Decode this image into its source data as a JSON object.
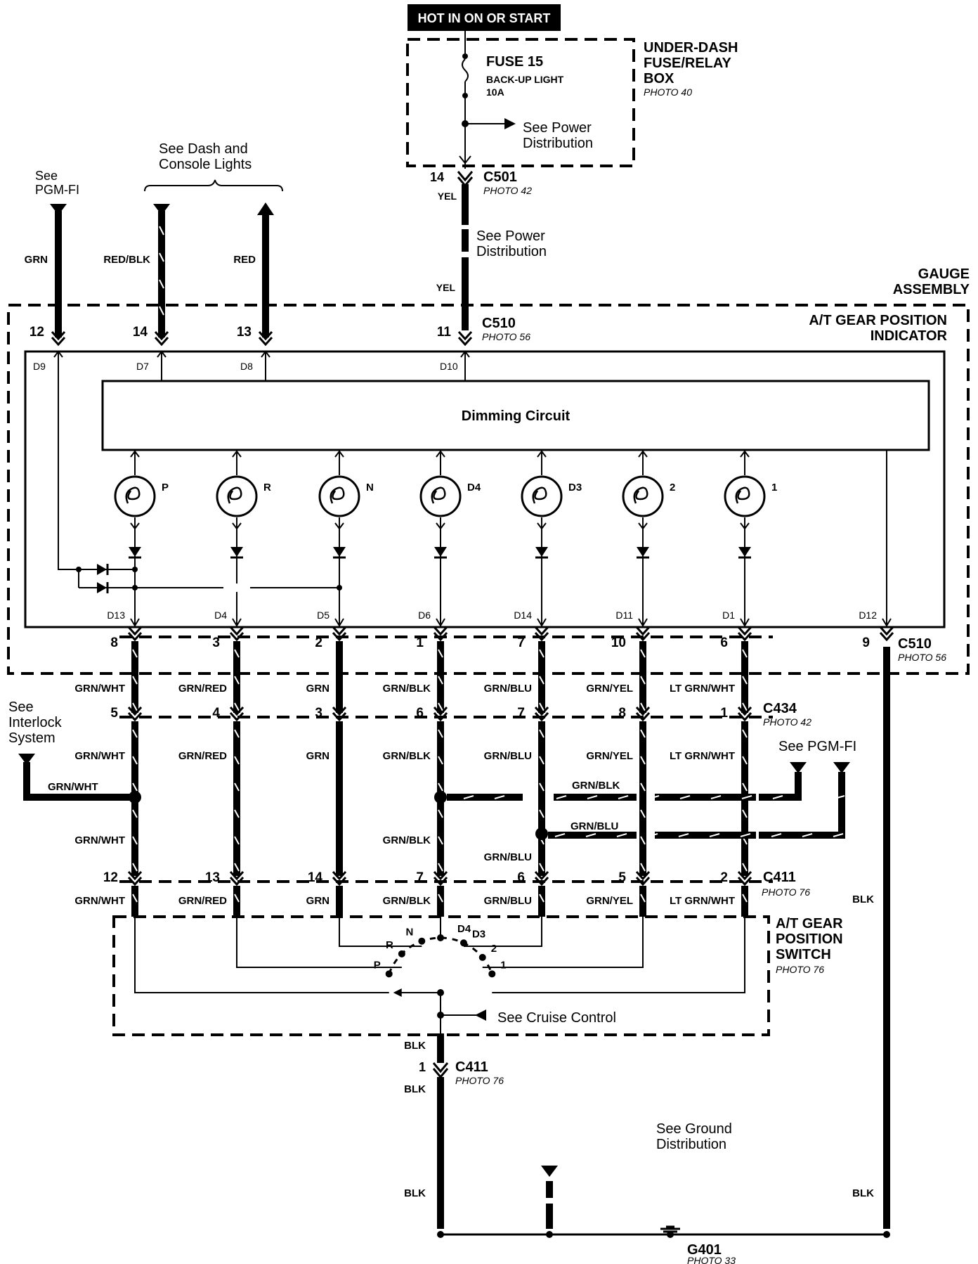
{
  "hot_label": "HOT IN ON OR START",
  "fuse_box": {
    "title1": "UNDER-DASH",
    "title2": "FUSE/RELAY",
    "title3": "BOX",
    "photo": "PHOTO 40"
  },
  "fuse": {
    "name": "FUSE 15",
    "desc": "BACK-UP LIGHT",
    "rating": "10A"
  },
  "see_power_1": {
    "l1": "See Power",
    "l2": "Distribution"
  },
  "see_power_2": {
    "l1": "See Power",
    "l2": "Distribution"
  },
  "c501": {
    "pin": "14",
    "name": "C501",
    "photo": "PHOTO 42",
    "wire_top": "YEL",
    "wire_bottom": "YEL"
  },
  "top_refs": {
    "pgmfi": {
      "l1": "See",
      "l2": "PGM-FI"
    },
    "dash": {
      "l1": "See Dash and",
      "l2": "Console Lights"
    }
  },
  "top_wires": [
    {
      "color": "GRN",
      "pin": "12",
      "term": "D9"
    },
    {
      "color": "RED/BLK",
      "pin": "14",
      "term": "D7"
    },
    {
      "color": "RED",
      "pin": "13",
      "term": "D8"
    },
    {
      "color": "",
      "pin": "11",
      "term": "D10"
    }
  ],
  "gauge": {
    "l1": "GAUGE",
    "l2": "ASSEMBLY",
    "ind1": "A/T GEAR POSITION",
    "ind2": "INDICATOR"
  },
  "c510_top": {
    "name": "C510",
    "photo": "PHOTO 56"
  },
  "c510_bottom": {
    "name": "C510",
    "photo": "PHOTO 56"
  },
  "dimming": "Dimming Circuit",
  "lamps": [
    "P",
    "R",
    "N",
    "D4",
    "D3",
    "2",
    "1"
  ],
  "bottom_terms": [
    "D13",
    "D4",
    "D5",
    "D6",
    "D14",
    "D11",
    "D1",
    "D12"
  ],
  "columns": [
    {
      "c510": "8",
      "w1": "GRN/WHT",
      "c434": "5",
      "w2": "GRN/WHT",
      "w3": "GRN/WHT",
      "c411": "12",
      "w4": "GRN/WHT"
    },
    {
      "c510": "3",
      "w1": "GRN/RED",
      "c434": "4",
      "w2": "GRN/RED",
      "w3": "",
      "c411": "13",
      "w4": "GRN/RED"
    },
    {
      "c510": "2",
      "w1": "GRN",
      "c434": "3",
      "w2": "GRN",
      "w3": "",
      "c411": "14",
      "w4": "GRN"
    },
    {
      "c510": "1",
      "w1": "GRN/BLK",
      "c434": "6",
      "w2": "GRN/BLK",
      "w3": "GRN/BLK",
      "c411": "7",
      "w4": "GRN/BLK"
    },
    {
      "c510": "7",
      "w1": "GRN/BLU",
      "c434": "7",
      "w2": "GRN/BLU",
      "w3": "GRN/BLU",
      "c411": "6",
      "w4": "GRN/BLU"
    },
    {
      "c510": "10",
      "w1": "GRN/YEL",
      "c434": "8",
      "w2": "GRN/YEL",
      "w3": "",
      "c411": "5",
      "w4": "GRN/YEL"
    },
    {
      "c510": "6",
      "w1": "LT GRN/WHT",
      "c434": "1",
      "w2": "LT GRN/WHT",
      "w3": "",
      "c411": "2",
      "w4": "LT GRN/WHT"
    }
  ],
  "c510_pin9": "9",
  "c434": {
    "name": "C434",
    "photo": "PHOTO 42"
  },
  "c411": {
    "name": "C411",
    "photo": "PHOTO 76"
  },
  "interlock": {
    "l1": "See",
    "l2": "Interlock",
    "l3": "System",
    "wire": "GRN/WHT"
  },
  "pgmfi_right": "See PGM-FI",
  "branch_wires": {
    "grn_blk": "GRN/BLK",
    "grn_blu": "GRN/BLU"
  },
  "switch": {
    "l1": "A/T GEAR",
    "l2": "POSITION",
    "l3": "SWITCH",
    "photo": "PHOTO 76",
    "positions": [
      "P",
      "R",
      "N",
      "D4",
      "D3",
      "2",
      "1"
    ]
  },
  "cruise": "See Cruise Control",
  "ground": {
    "blk1": "BLK",
    "c411_pin": "1",
    "c411_name": "C411",
    "c411_photo": "PHOTO 76",
    "blk2": "BLK",
    "blk3": "BLK",
    "blk_right1": "BLK",
    "blk_right2": "BLK",
    "see": {
      "l1": "See Ground",
      "l2": "Distribution"
    },
    "g401": "G401",
    "g_photo": "PHOTO 33"
  }
}
